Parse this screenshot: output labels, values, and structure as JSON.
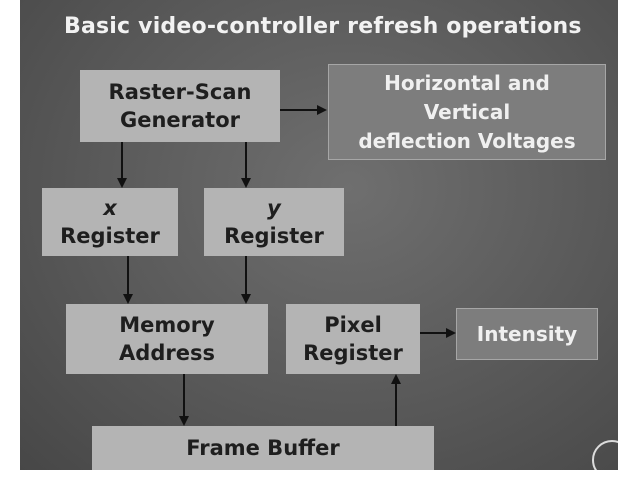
{
  "title": "Basic video-controller refresh operations",
  "nodes": {
    "raster_scan": {
      "line1": "Raster-Scan",
      "line2": "Generator"
    },
    "deflection": {
      "line1": "Horizontal and",
      "line2": "Vertical",
      "line3": "deflection Voltages"
    },
    "x_register": {
      "line1": "x",
      "line2": "Register"
    },
    "y_register": {
      "line1": "y",
      "line2": "Register"
    },
    "memory_address": {
      "line1": "Memory",
      "line2": "Address"
    },
    "pixel_register": {
      "line1": "Pixel",
      "line2": "Register"
    },
    "intensity": {
      "line1": "Intensity"
    },
    "frame_buffer": {
      "line1": "Frame Buffer"
    }
  },
  "edges": [
    {
      "from": "raster_scan",
      "to": "deflection"
    },
    {
      "from": "raster_scan",
      "to": "x_register"
    },
    {
      "from": "raster_scan",
      "to": "y_register"
    },
    {
      "from": "x_register",
      "to": "memory_address"
    },
    {
      "from": "y_register",
      "to": "memory_address"
    },
    {
      "from": "memory_address",
      "to": "frame_buffer"
    },
    {
      "from": "frame_buffer",
      "to": "pixel_register"
    },
    {
      "from": "pixel_register",
      "to": "intensity"
    }
  ]
}
